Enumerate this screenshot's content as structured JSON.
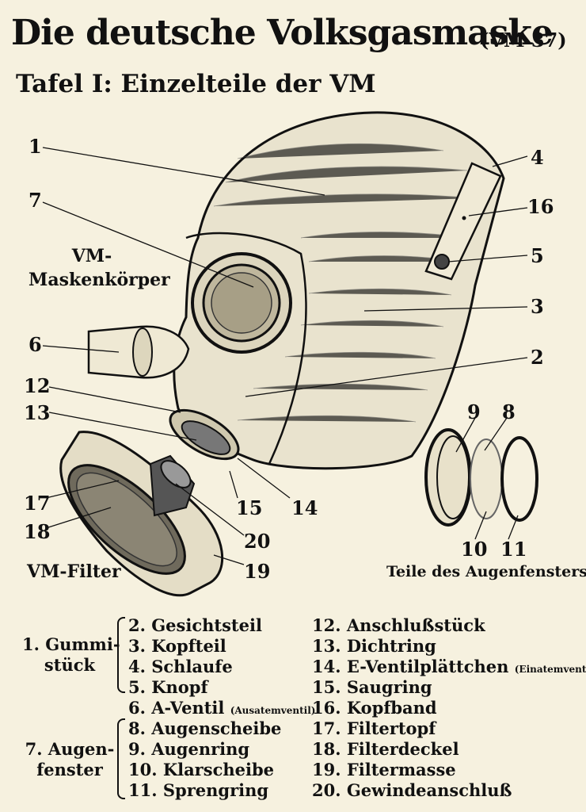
{
  "title": "Die deutsche Volksgasmaske",
  "title_tag": "(VM 37)",
  "subtitle": "Tafel I: Einzelteile der VM",
  "group_labels": {
    "mask_body_line1": "VM-",
    "mask_body_line2": "Maskenkörper",
    "filter": "VM-Filter",
    "eye_window_parts": "Teile des Augenfensters"
  },
  "callouts": [
    "1",
    "2",
    "3",
    "4",
    "5",
    "6",
    "7",
    "8",
    "9",
    "10",
    "11",
    "12",
    "13",
    "14",
    "15",
    "16",
    "17",
    "18",
    "19",
    "20"
  ],
  "legend": {
    "gummi_group_line1": "1. Gummi-",
    "gummi_group_line2": "stück",
    "augen_group_line1": "7. Augen-",
    "augen_group_line2": "fenster",
    "col1": [
      "2. Gesichtsteil",
      "3. Kopfteil",
      "4. Schlaufe",
      "5. Knopf",
      "6. A-Ventil",
      "8. Augenscheibe",
      "9. Augenring",
      "10. Klarscheibe",
      "11. Sprengring"
    ],
    "col1_note_6": "(Ausatemventil)",
    "col2": [
      "12. Anschlußstück",
      "13. Dichtring",
      "14. E-Ventilplättchen",
      "15. Saugring",
      "16. Kopfband",
      "17. Filtertopf",
      "18. Filterdeckel",
      "19. Filtermasse",
      "20. Gewindeanschluß"
    ],
    "col2_note_14": "(Einatemventil)"
  }
}
